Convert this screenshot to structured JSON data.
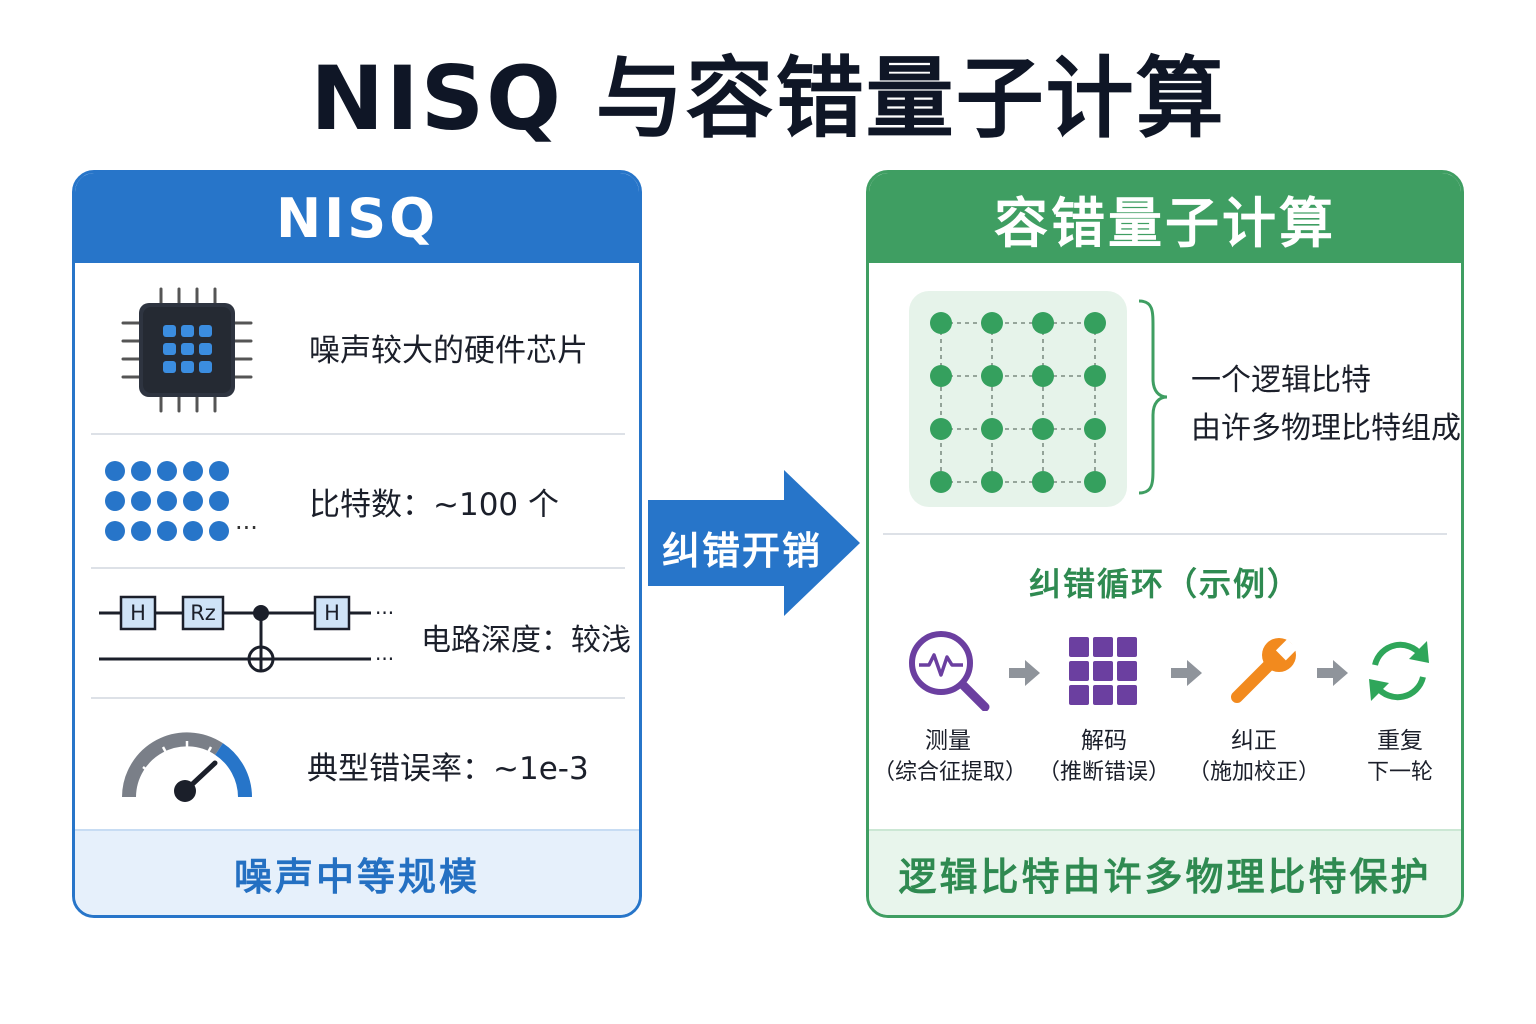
{
  "title": "NISQ 与容错量子计算",
  "left_panel": {
    "header": "NISQ",
    "rows": [
      {
        "text": "噪声较大的硬件芯片",
        "icon": "chip-icon"
      },
      {
        "text": "比特数：~100 个",
        "icon": "qubit-dots-icon",
        "ellipsis": "..."
      },
      {
        "text": "电路深度：较浅",
        "icon": "circuit-icon",
        "gates": [
          "H",
          "Rz",
          "H"
        ],
        "ellipsis": "..."
      },
      {
        "text": "典型错误率：~1e-3",
        "icon": "gauge-icon"
      }
    ],
    "footer": "噪声中等规模"
  },
  "arrow": {
    "label": "纠错开销"
  },
  "right_panel": {
    "header": "容错量子计算",
    "logical_qubit": {
      "line1": "一个逻辑比特",
      "line2": "由许多物理比特组成"
    },
    "loop_title": "纠错循环（示例）",
    "steps": [
      {
        "name": "测量",
        "desc": "（综合征提取）",
        "icon": "magnifier-icon"
      },
      {
        "name": "解码",
        "desc": "（推断错误）",
        "icon": "grid-icon"
      },
      {
        "name": "纠正",
        "desc": "（施加校正）",
        "icon": "wrench-icon"
      },
      {
        "name": "重复",
        "desc": "下一轮",
        "icon": "cycle-icon"
      }
    ],
    "footer": "逻辑比特由许多物理比特保护"
  },
  "colors": {
    "blue": "#2775c9",
    "green": "#3f9e62",
    "purple": "#6b3fa0",
    "orange": "#f28a1e"
  }
}
